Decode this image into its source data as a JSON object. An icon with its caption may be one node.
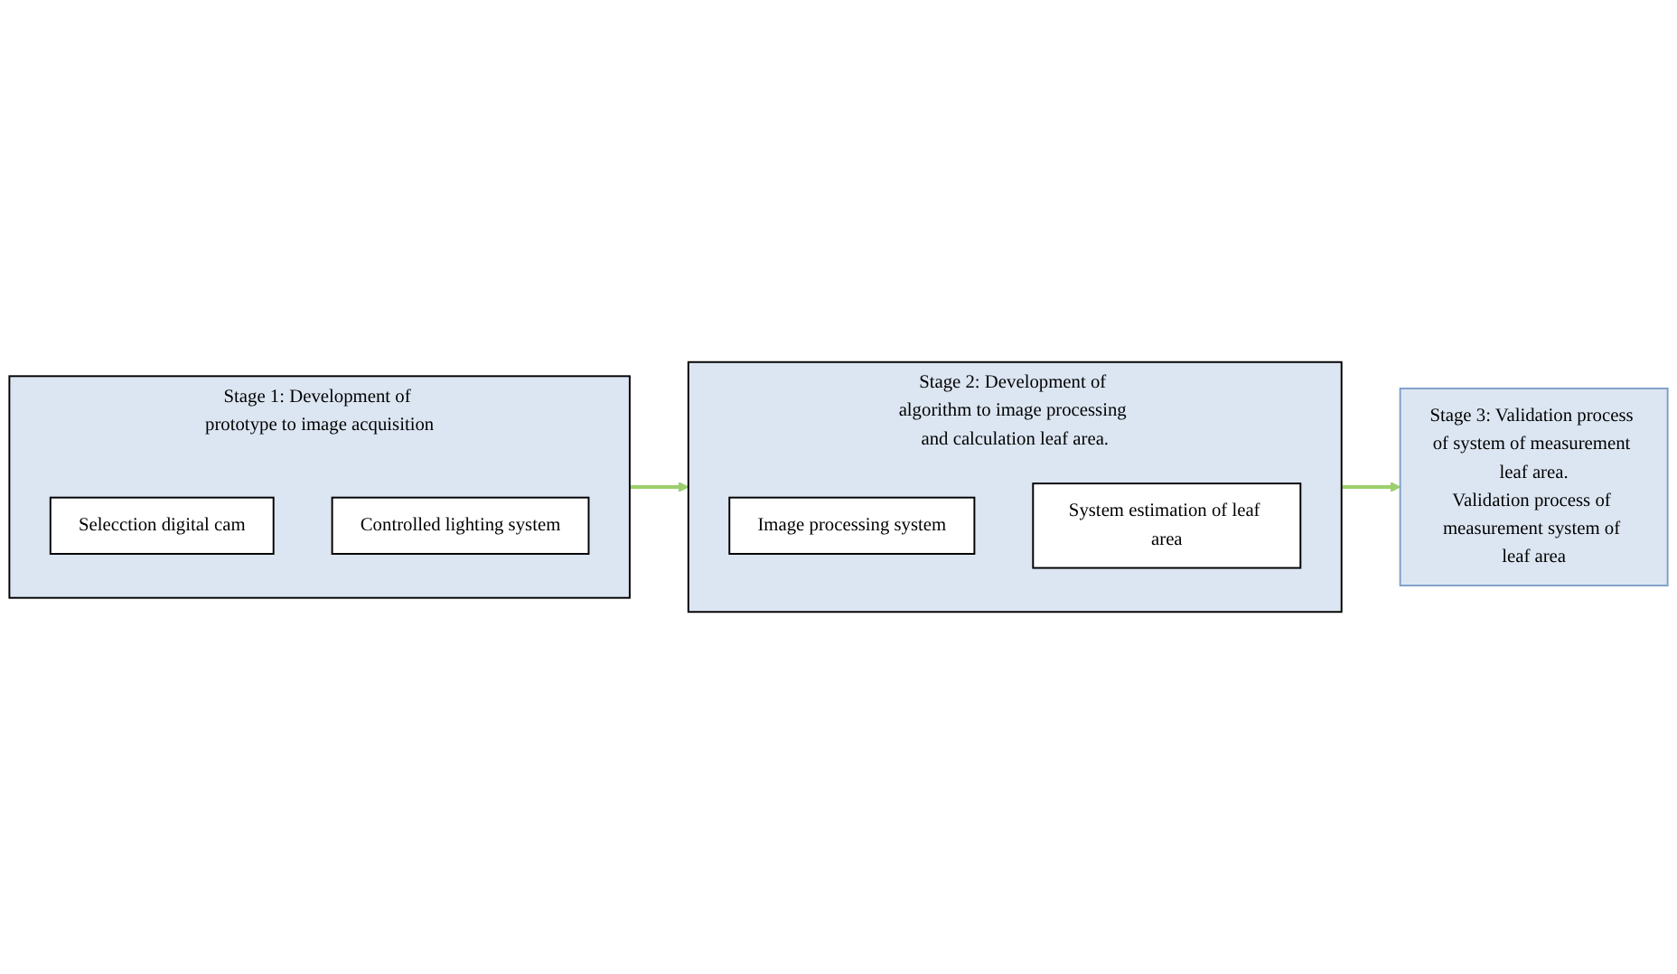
{
  "diagram": {
    "nodes": [
      {
        "text": [
          "Stage 1: Development of prototype to image acquisition"
        ]
      },
      {
        "text": [
          "Selecction digital cam"
        ],
        "in": 0
      },
      {
        "text": [
          "Controlled lighting system"
        ],
        "in": 0
      },
      {
        "text": [
          "Stage 2: Development of algorithm to image processing and calculation leaf area."
        ]
      },
      {
        "text": [
          "Image processing system"
        ],
        "in": 3
      },
      {
        "text": [
          "System estimation of leaf area"
        ],
        "in": 3
      },
      {
        "text": [
          "Stage 3: Validation process of system of measurement leaf area.",
          "Validation process of measurement system of leaf area"
        ]
      }
    ],
    "edges": [
      {
        "from": 0,
        "to": 3,
        "arrow": "to",
        "color": "#9bcf6e"
      },
      {
        "from": 3,
        "to": 6,
        "arrow": "to",
        "color": "#9bcf6e"
      }
    ]
  }
}
